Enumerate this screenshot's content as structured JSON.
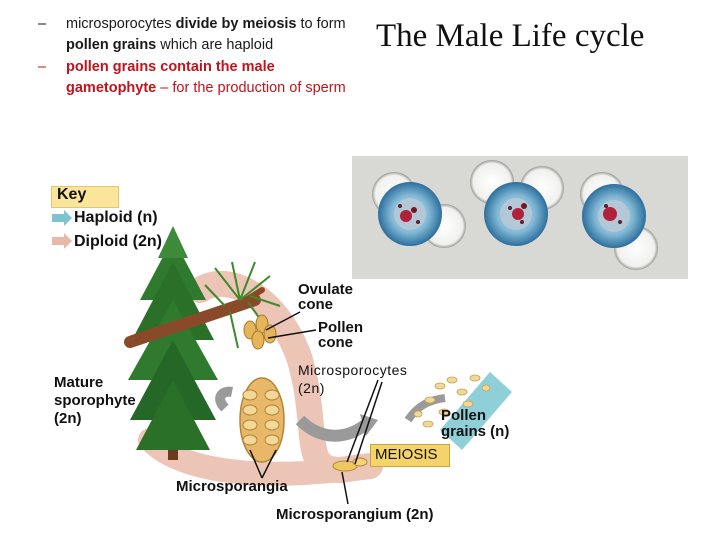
{
  "bullets": [
    {
      "dash": "–",
      "parts": [
        {
          "text": "microsporocytes ",
          "style": "normal"
        },
        {
          "text": "divide by meiosis",
          "style": "bold"
        },
        {
          "text": " to form ",
          "style": "normal"
        },
        {
          "text": "pollen grains",
          "style": "bold"
        },
        {
          "text": " which are haploid",
          "style": "normal"
        }
      ]
    },
    {
      "dash": "–",
      "parts": [
        {
          "text": "pollen grains contain the male gametophyte",
          "style": "red-bold"
        },
        {
          "text": " – for the production of sperm",
          "style": "red"
        }
      ]
    }
  ],
  "title": "The Male Life cycle",
  "diagram": {
    "key": {
      "title": "Key",
      "haploid": "Haploid (n)",
      "diploid": "Diploid (2n)",
      "haploid_color": "#7cc4d0",
      "diploid_color": "#e8b8a8"
    },
    "labels": {
      "ovulate_cone": "Ovulate cone",
      "pollen_cone": "Pollen cone",
      "microsporocytes": "Microsporocytes (2n)",
      "mature_sporophyte": "Mature sporophyte (2n)",
      "pollen_grains": "Pollen grains (n)",
      "meiosis": "MEIOSIS",
      "microsporangia": "Microsporangia",
      "microsporangium": "Microsporangium (2n)"
    }
  }
}
